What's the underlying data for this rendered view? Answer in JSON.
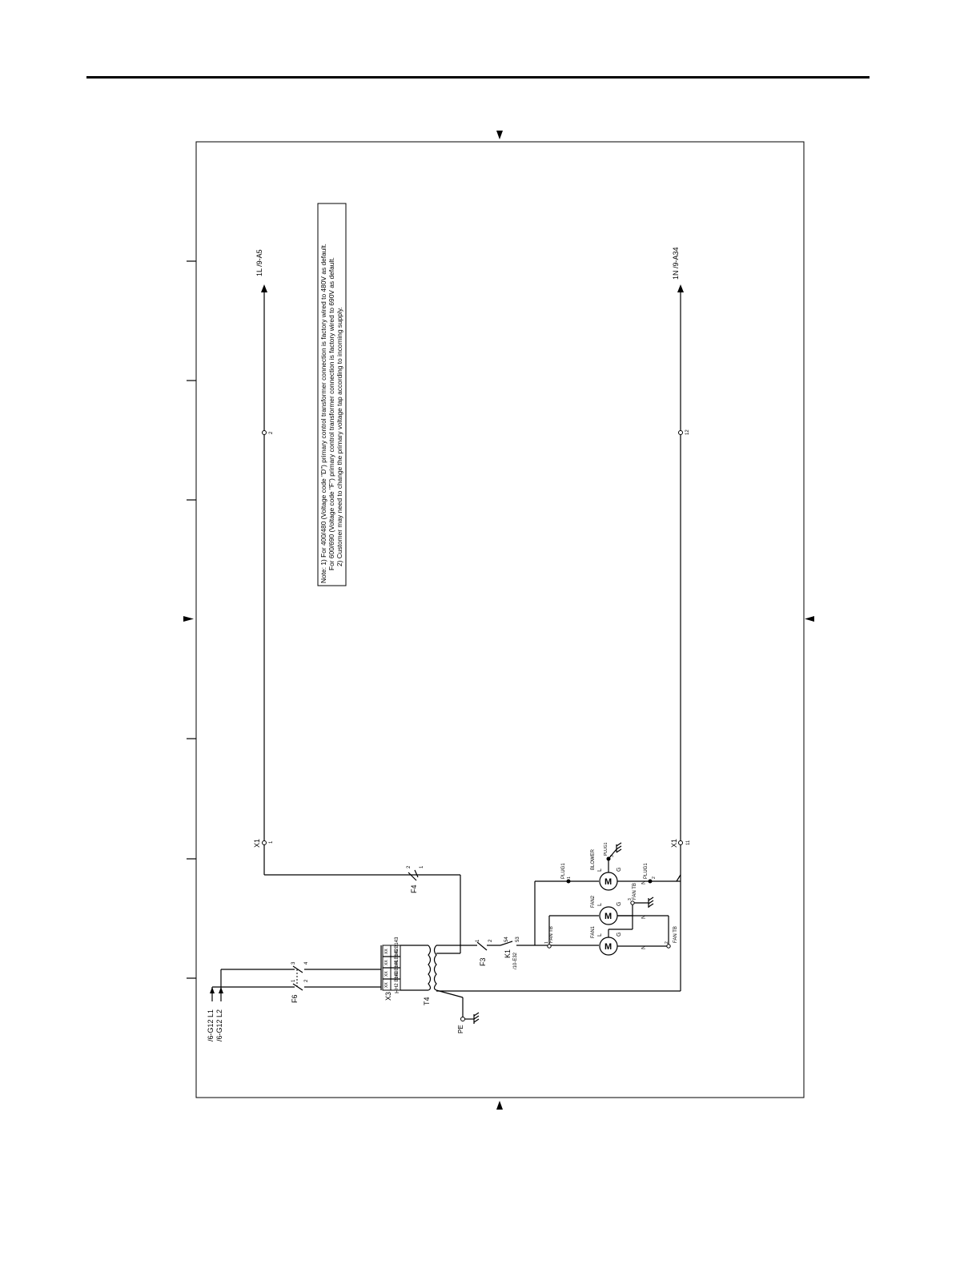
{
  "notes": [
    "Note: 1) For 400/480 (Voltage code \"D\") primary control transformer connection is factory wired to 480V as default.",
    "For 600/690 (Voltage code \"F\") primary control transformer connection is factory wired to 690V as default.",
    "2) Customer may need to change the primary voltage tap according to incoming supply."
  ],
  "terminals": {
    "out_1l": "1L  /9-A5",
    "out_1n": "1N  /9-A34",
    "x1_2": "2",
    "x1_12": "12",
    "x1_top": "X1",
    "x1_top_pin": "1",
    "x1_bot": "X1",
    "x1_bot_pin": "11"
  },
  "inputs": {
    "l1": "/6-G12  L1",
    "l2": "/6-G12  L2"
  },
  "fuses": {
    "f4": "F4",
    "f4_p2": "2",
    "f4_p1": "1",
    "f6": "F6",
    "f6_p1": "1",
    "f6_p2": "2",
    "f6_p3": "3",
    "f6_p4": "4",
    "f3": "F3",
    "f3_p1": "1",
    "f3_p2": "2"
  },
  "transformer": {
    "x3": "X3",
    "t4": "T4",
    "h": "H",
    "taps": [
      "H2  B140",
      "H3  B141",
      "H4  B142",
      "H5  B143"
    ],
    "tap_box": [
      "XX",
      "XX",
      "XX",
      "XX"
    ],
    "pe": "PE"
  },
  "contactor": {
    "k1": "K1",
    "ref": "/10-E32",
    "p54": "54",
    "p53": "53"
  },
  "motors": {
    "m": "M",
    "l": "L",
    "g": "G",
    "n": "N",
    "blower": "BLOWER",
    "fan1": "FAN1",
    "fan2": "FAN2",
    "plug1": "PLUG1",
    "plug1b": "PLUG1",
    "plug1c": "PLUG1",
    "fan_tb": "FAN TB",
    "fan_tb2": "FAN TB",
    "fan_tb3": "FAN TB",
    "pin1": "1",
    "pin2": "2",
    "pin3": "3",
    "pin1b": "1",
    "pin2b": "2",
    "pin3b": "3"
  }
}
